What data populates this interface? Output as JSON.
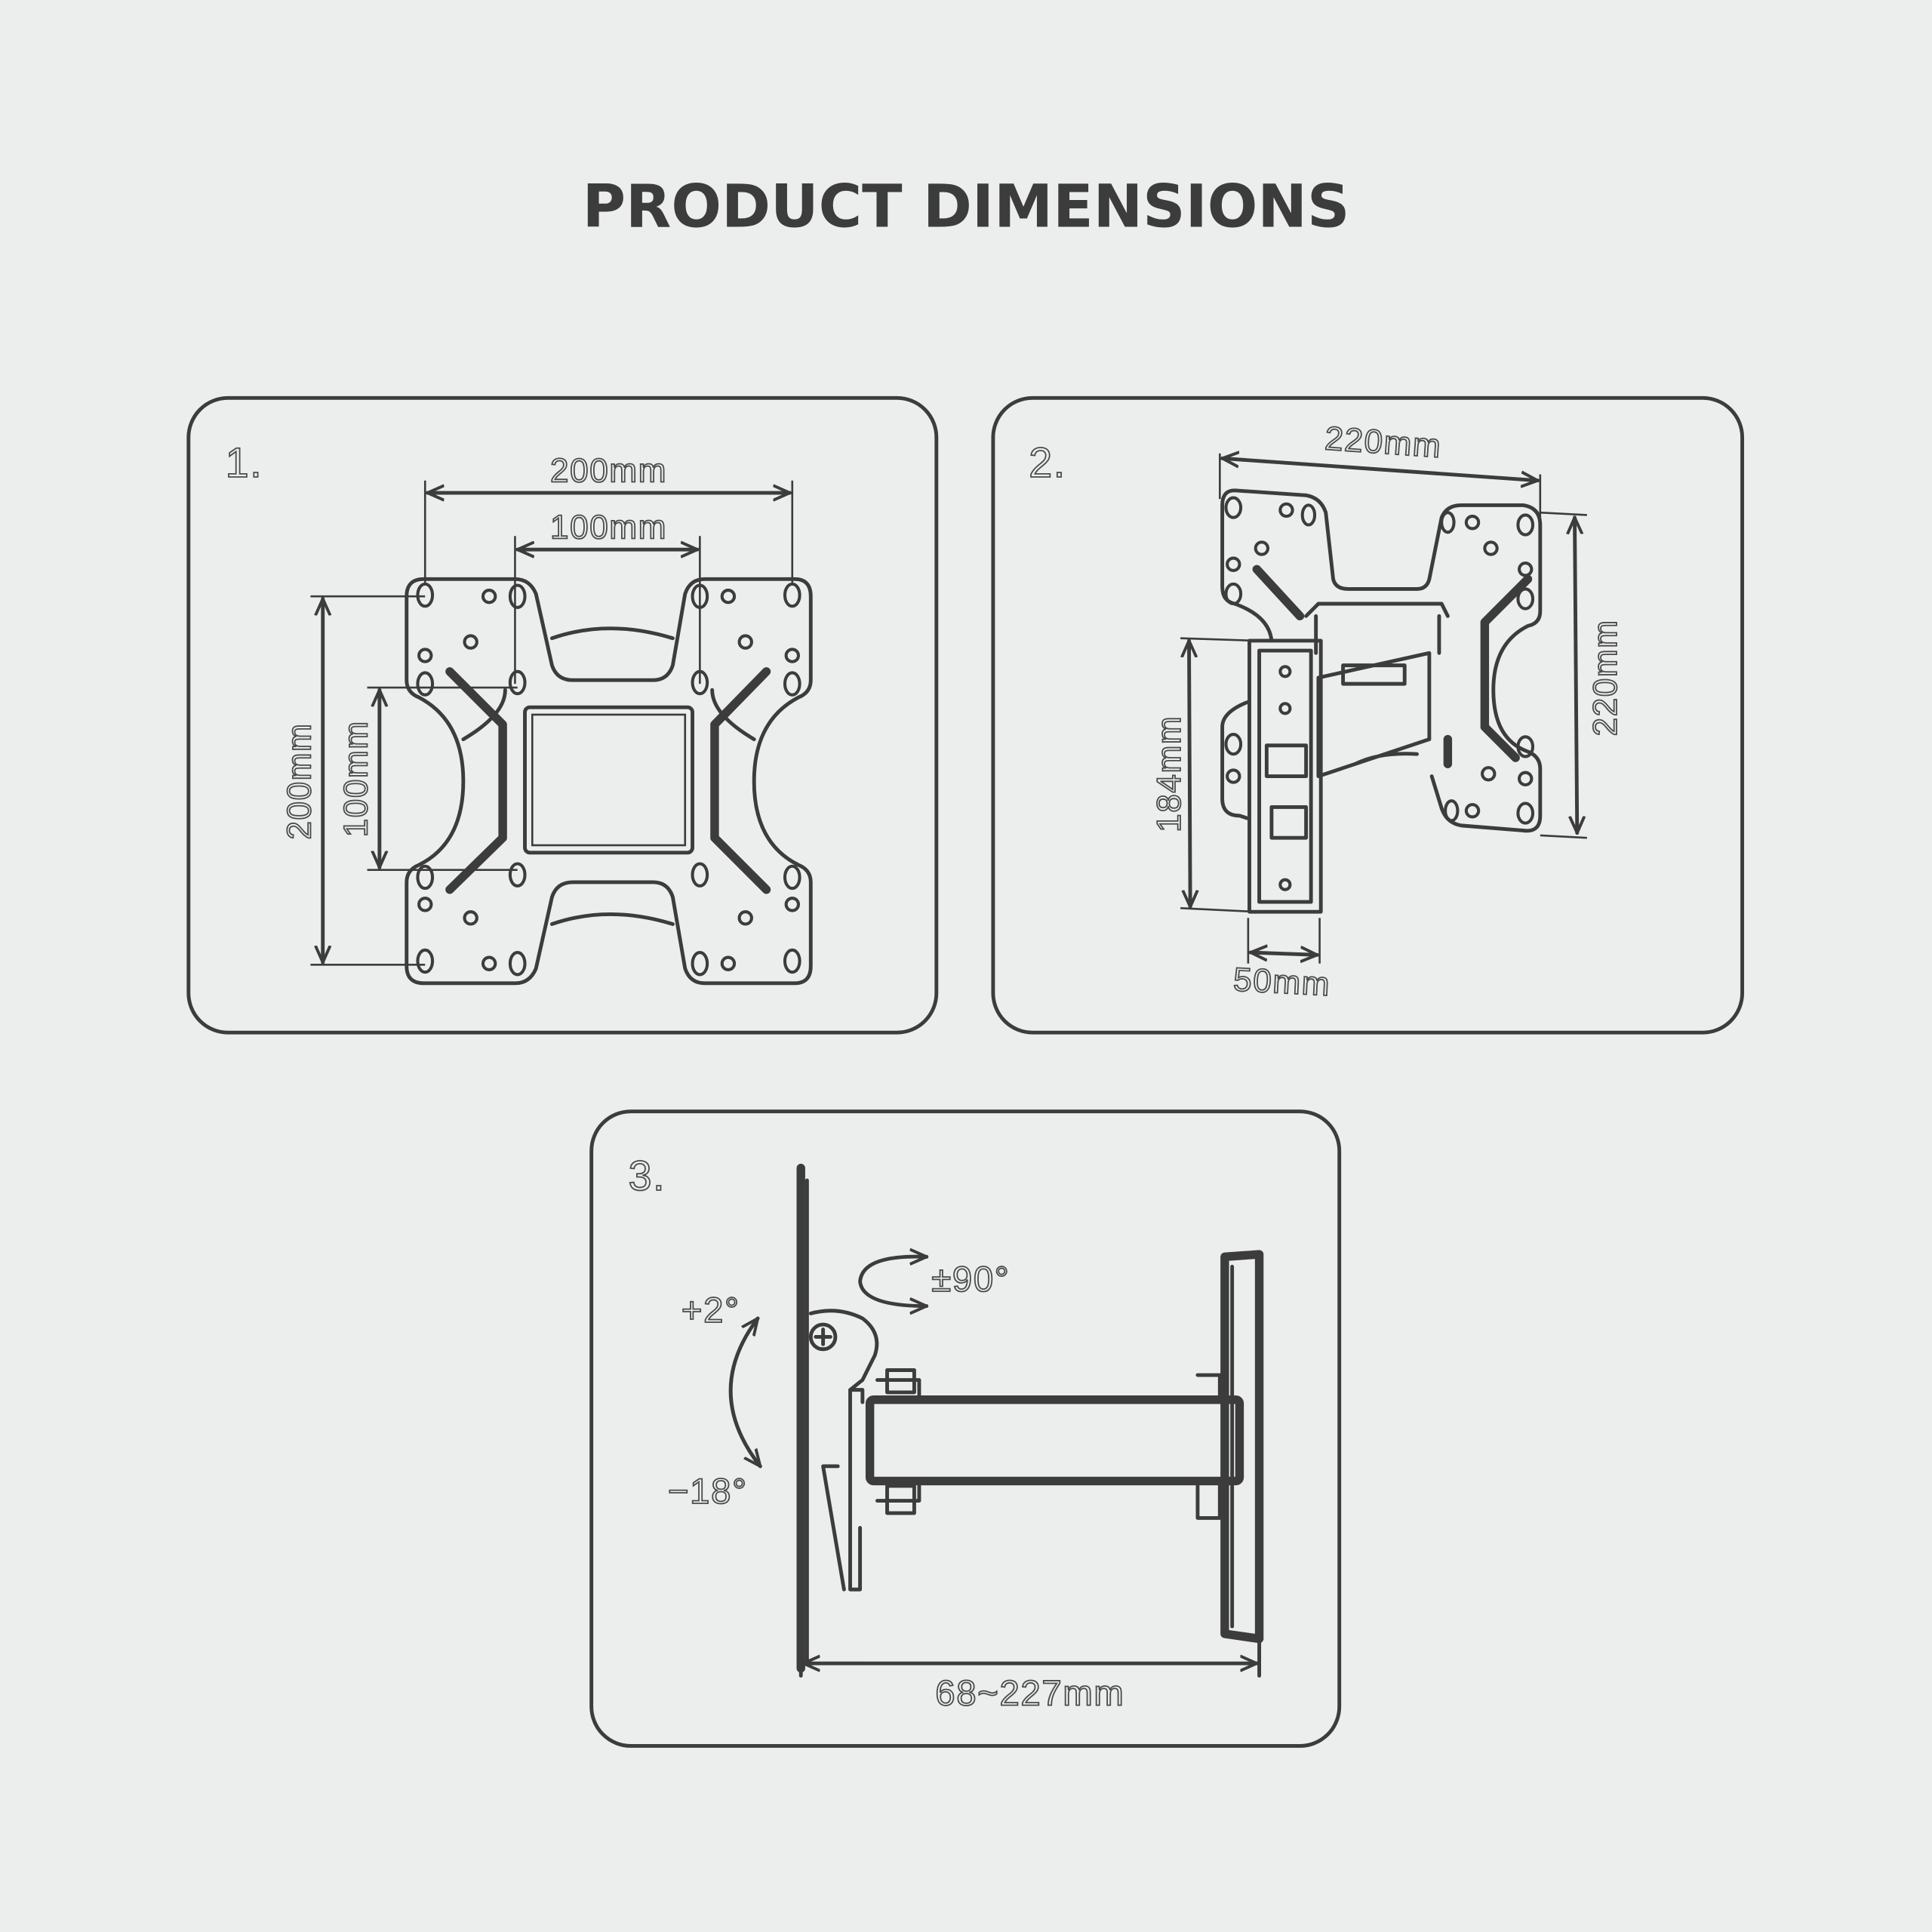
{
  "title": "PRODUCT DIMENSIONS",
  "panels": [
    {
      "number": "1.",
      "labels": {
        "outer_width": "200mm",
        "inner_width": "100mm",
        "outer_height": "200mm",
        "inner_height": "100mm"
      }
    },
    {
      "number": "2.",
      "labels": {
        "plate_width": "220mm",
        "plate_height": "220mm",
        "wall_plate_height": "184mm",
        "wall_plate_width": "50mm"
      }
    },
    {
      "number": "3.",
      "labels": {
        "swivel": "±90°",
        "tilt_up": "+2°",
        "tilt_down": "−18°",
        "extension": "68~227mm"
      }
    }
  ],
  "colors": {
    "background": "#eceeed",
    "ink": "#3c3c3c"
  }
}
